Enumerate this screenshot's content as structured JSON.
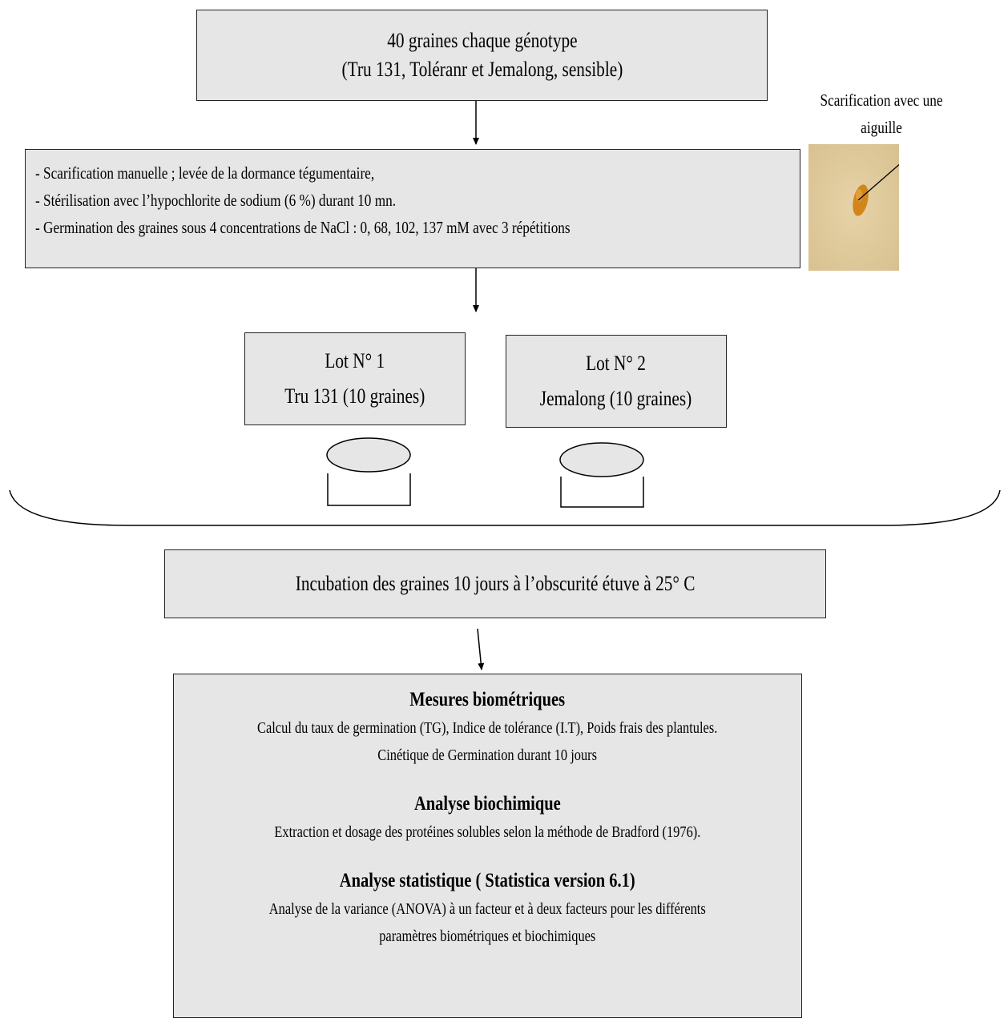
{
  "top_box": {
    "line1": "40 graines chaque génotype",
    "line2": "(Tru 131, Toléranr et Jemalong, sensible)"
  },
  "protocol_box": {
    "lines": [
      "- Scarification manuelle ; levée de la dormance tégumentaire,",
      "- Stérilisation avec l’hypochlorite de sodium (6 %) durant 10 mn.",
      "-  Germination des graines sous 4 concentrations de NaCl : 0, 68, 102, 137 mM avec 3 répétitions"
    ]
  },
  "scarification": {
    "caption_line1": "Scarification avec une",
    "caption_line2": "aiguille",
    "photo_bg": "#dcc697",
    "seed_color": "#d2861a"
  },
  "lots": [
    {
      "title": "Lot N° 1",
      "content": "Tru 131 (10 graines)"
    },
    {
      "title": "Lot N° 2",
      "content": "Jemalong (10 graines)"
    }
  ],
  "incubation_box": {
    "text": "Incubation des graines 10 jours à l’obscurité étuve à  25° C"
  },
  "results_box": {
    "sections": [
      {
        "title": "Mesures biométriques",
        "lines": [
          "Calcul du taux de germination  (TG), Indice de tolérance (I.T), Poids frais des plantules.",
          "Cinétique de Germination  durant 10 jours"
        ]
      },
      {
        "title": "Analyse biochimique",
        "lines": [
          "Extraction et dosage des protéines solubles  selon la méthode de Bradford (1976)."
        ]
      },
      {
        "title": "Analyse statistique ( Statistica version 6.1)",
        "lines": [
          "Analyse de la variance (ANOVA) à un facteur et à deux facteurs pour les  différents",
          "paramètres biométriques  et biochimiques"
        ]
      }
    ]
  },
  "colors": {
    "box_fill": "#e6e6e6",
    "border": "#222222"
  }
}
